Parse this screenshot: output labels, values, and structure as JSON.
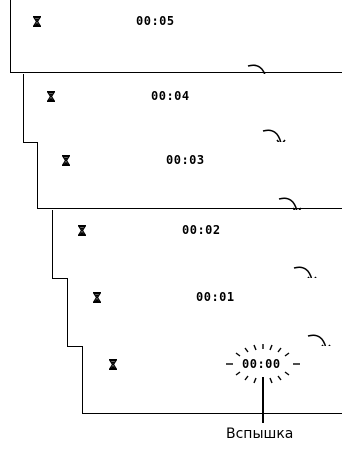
{
  "steps": [
    {
      "time": "00:05"
    },
    {
      "time": "00:04"
    },
    {
      "time": "00:03"
    },
    {
      "time": "00:02"
    },
    {
      "time": "00:01"
    },
    {
      "time": "00:00"
    }
  ],
  "callout": {
    "label": "Вспышка"
  },
  "icons": {
    "step": "hourglass-icon",
    "transition": "curved-arrow-icon"
  }
}
